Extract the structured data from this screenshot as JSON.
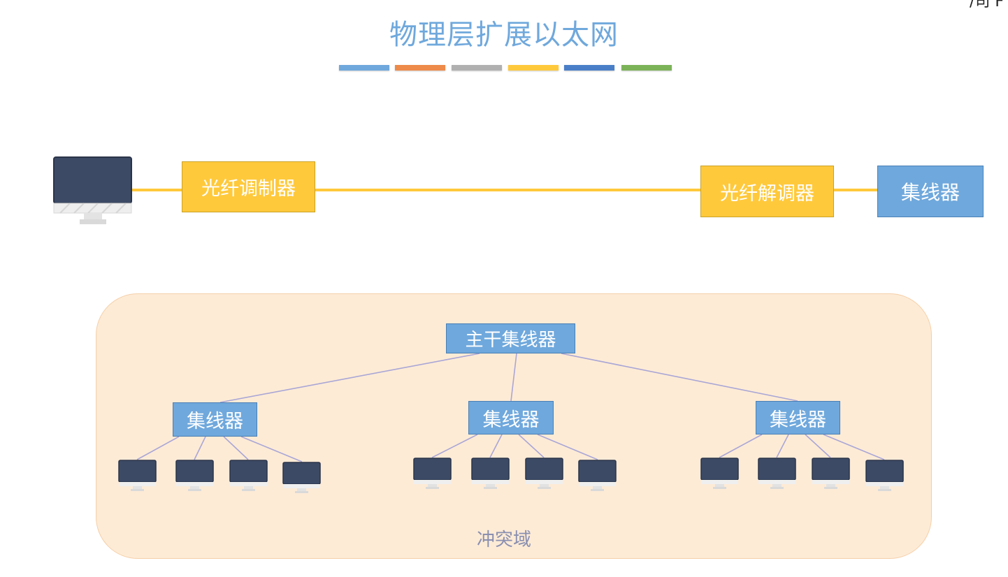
{
  "title": "物理层扩展以太网",
  "corner_text": "/司 F",
  "color_bar": [
    "#6fa8dc",
    "#ee8a4a",
    "#b0b0b0",
    "#ffc93c",
    "#4a7fc8",
    "#7cb359"
  ],
  "top_row": {
    "modulator_label": "光纤调制器",
    "demodulator_label": "光纤解调器",
    "hub_label": "集线器"
  },
  "tree": {
    "backbone_label": "主干集线器",
    "hubs": [
      {
        "label": "集线器"
      },
      {
        "label": "集线器"
      },
      {
        "label": "集线器"
      }
    ]
  },
  "domain_label": "冲突域",
  "colors": {
    "yellow": "#ffc93c",
    "blue": "#6fa8dc",
    "domain_fill": "#fdebd6",
    "link": "#a9a6d6",
    "screen": "#3c4a66"
  }
}
